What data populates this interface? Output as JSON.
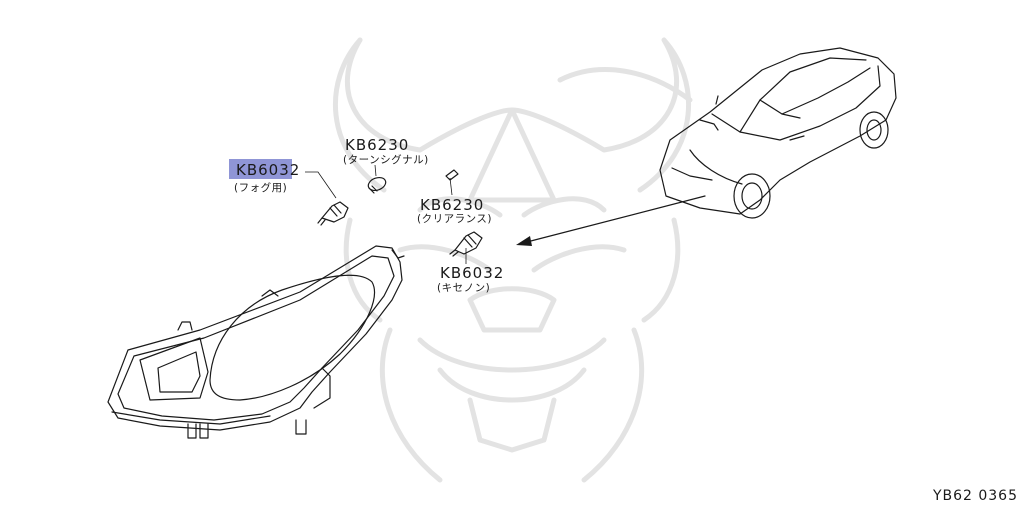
{
  "callouts": [
    {
      "code": "KB6032",
      "note": "(フォグ用)",
      "highlighted": true
    },
    {
      "code": "KB6230",
      "note": "(ターンシグナル)"
    },
    {
      "code": "KB6230",
      "note": "(クリアランス)"
    },
    {
      "code": "KB6032",
      "note": "(キセノン)"
    }
  ],
  "diagram_id": "YB62 0365",
  "colors": {
    "highlight": "#8f95d6",
    "line": "#1a1a1a",
    "watermark": "#e3e3e3"
  }
}
